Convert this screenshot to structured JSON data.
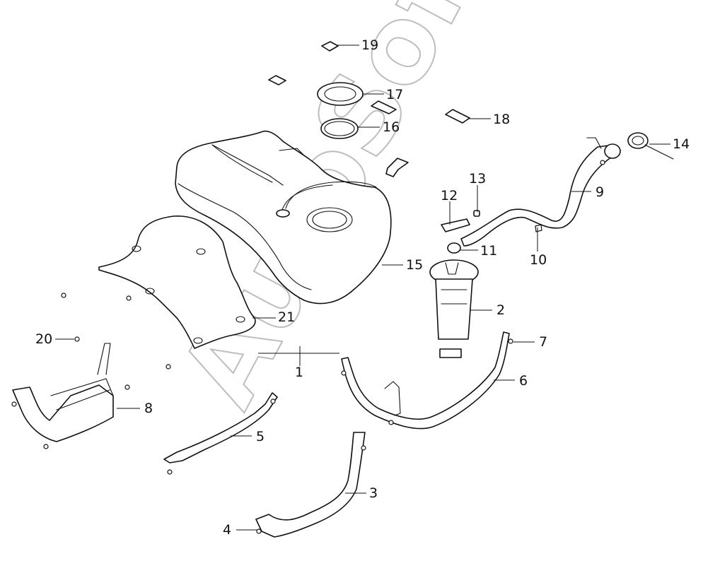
{
  "watermark": {
    "text": "AutoSoft"
  },
  "callouts": [
    {
      "id": "c1",
      "label": "1"
    },
    {
      "id": "c2",
      "label": "2"
    },
    {
      "id": "c3",
      "label": "3"
    },
    {
      "id": "c4",
      "label": "4"
    },
    {
      "id": "c5",
      "label": "5"
    },
    {
      "id": "c6",
      "label": "6"
    },
    {
      "id": "c7",
      "label": "7"
    },
    {
      "id": "c8",
      "label": "8"
    },
    {
      "id": "c9",
      "label": "9"
    },
    {
      "id": "c10",
      "label": "10"
    },
    {
      "id": "c11",
      "label": "11"
    },
    {
      "id": "c12",
      "label": "12"
    },
    {
      "id": "c13",
      "label": "13"
    },
    {
      "id": "c14",
      "label": "14"
    },
    {
      "id": "c15",
      "label": "15"
    },
    {
      "id": "c16",
      "label": "16"
    },
    {
      "id": "c17",
      "label": "17"
    },
    {
      "id": "c18",
      "label": "18"
    },
    {
      "id": "c19",
      "label": "19"
    },
    {
      "id": "c20",
      "label": "20"
    },
    {
      "id": "c21",
      "label": "21"
    }
  ]
}
